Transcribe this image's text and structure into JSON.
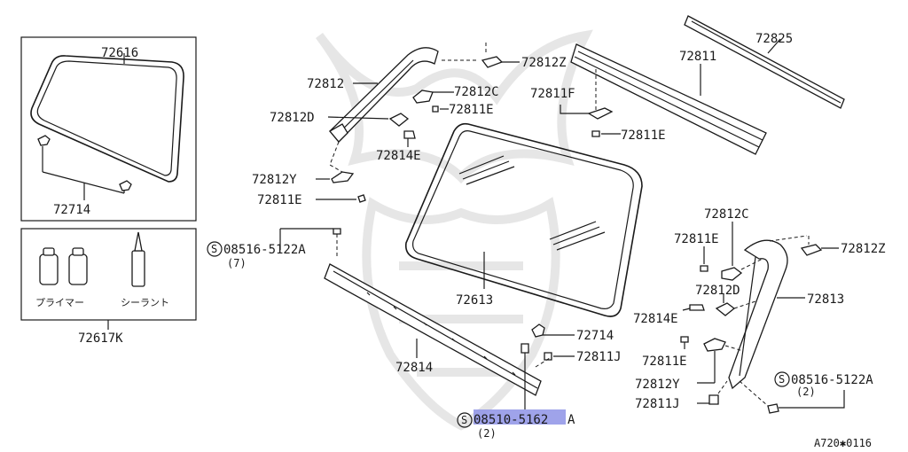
{
  "labels": {
    "p72616": "72616",
    "p72714_box": "72714",
    "primer": "プライマー",
    "sealant": "シーラント",
    "p72617K": "72617K",
    "p72812_top": "72812",
    "p72812Z_top": "72812Z",
    "p72812C_top": "72812C",
    "p72811E_a": "72811E",
    "p72812D_top": "72812D",
    "p72814E_top": "72814E",
    "p72812Y_top": "72812Y",
    "p72811E_b": "72811E",
    "s_left_circle": "S",
    "p08516_left": "08516-5122A",
    "p08516_left_qty": "(7)",
    "p72825": "72825",
    "p72811": "72811",
    "p72811F": "72811F",
    "p72811E_c": "72811E",
    "p72613": "72613",
    "p72714_mid": "72714",
    "p72811J_mid": "72811J",
    "p72814": "72814",
    "s_mid_circle": "S",
    "p08510_main": "08510-5162",
    "p08510_suffix": "A",
    "p08510_qty": "(2)",
    "p72812C_right": "72812C",
    "p72811E_d": "72811E",
    "p72812Z_right": "72812Z",
    "p72812D_right": "72812D",
    "p72814E_right": "72814E",
    "p72813": "72813",
    "p72811E_e": "72811E",
    "p72812Y_right": "72812Y",
    "s_right_circle": "S",
    "p08516_right": "08516-5122A",
    "p08516_right_qty": "(2)",
    "p72811J_right": "72811J",
    "diagram_code": "A720✱0116"
  }
}
